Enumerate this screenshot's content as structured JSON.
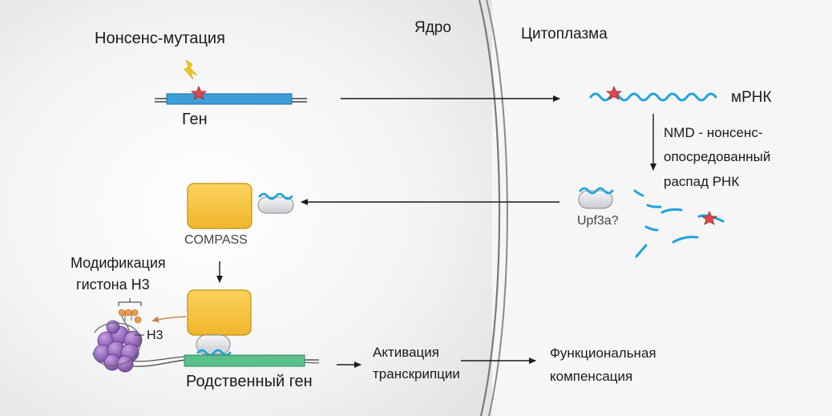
{
  "labels": {
    "nonsense_mutation": "Нонсенс-мутация",
    "gene": "Ген",
    "nucleus": "Ядро",
    "cytoplasm": "Цитоплазма",
    "mrna": "мРНК",
    "nmd_line1": "NMD - нонсенс-",
    "nmd_line2": "опосредованный",
    "nmd_line3": "распад РНК",
    "upf3a": "Upf3a?",
    "compass": "COMPASS",
    "histone_mod_line1": "Модификация",
    "histone_mod_line2": "гистона H3",
    "h3": "H3",
    "related_gene": "Родственный ген",
    "tx_activation_line1": "Активация",
    "tx_activation_line2": "транскрипции",
    "functional_comp_line1": "Функциональная",
    "functional_comp_line2": "компенсация"
  },
  "colors": {
    "gene_blue": "#3d9fd8",
    "mrna_blue": "#1fa3dd",
    "mutation_star": "#e0474c",
    "lightning": "#f2c21a",
    "compass_yellow": "#f7c540",
    "compass_edge": "#c89a1f",
    "related_gene_green": "#5bbf8c",
    "histone_purple": "#9a6bbf",
    "methyl_orange": "#e59c4e",
    "membrane": "#7a7a7a"
  },
  "icons": {
    "mutation": "star-icon",
    "damage": "lightning-icon",
    "upf_protein": "rounded-capsule-icon",
    "nucleosome": "histone-cluster-icon"
  }
}
